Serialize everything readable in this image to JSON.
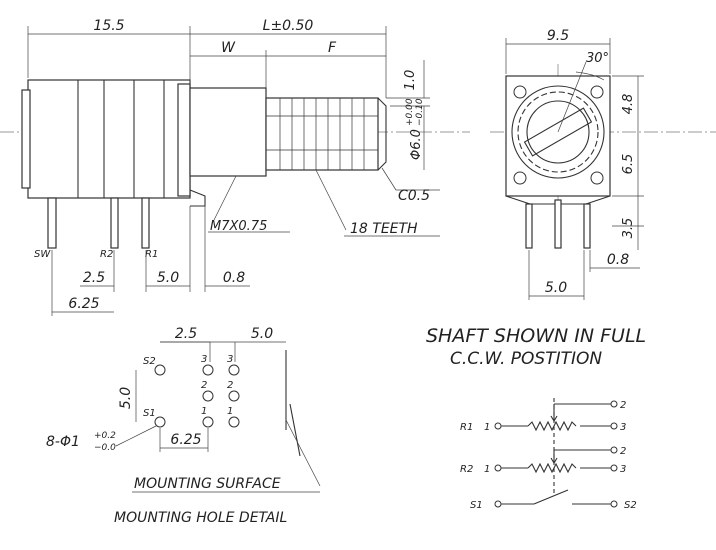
{
  "side_view": {
    "dim_body_width": "15.5",
    "dim_shaft_length": "L±0.50",
    "dim_w": "W",
    "dim_f": "F",
    "dim_step": "1.0",
    "dim_diameter": "Φ6.0",
    "dim_diameter_tol_upper": "+0.00",
    "dim_diameter_tol_lower": "−0.10",
    "chamfer": "C0.5",
    "thread": "M7X0.75",
    "teeth": "18 TEETH",
    "pin_sw": "SW",
    "pin_r2": "R2",
    "pin_r1": "R1",
    "dim_2_5": "2.5",
    "dim_5_0": "5.0",
    "dim_0_8": "0.8",
    "dim_6_25": "6.25"
  },
  "front_view": {
    "dim_width": "9.5",
    "dim_angle": "30°",
    "dim_4_8": "4.8",
    "dim_6_5": "6.5",
    "dim_3_5": "3.5",
    "dim_0_8": "0.8",
    "dim_5_0": "5.0"
  },
  "hole_detail": {
    "dim_2_5": "2.5",
    "dim_5_0_top": "5.0",
    "dim_5_0_side": "5.0",
    "dim_6_25": "6.25",
    "hole_spec": "8-Φ1",
    "hole_tol_upper": "+0.2",
    "hole_tol_lower": "−0.0",
    "label_s2": "S2",
    "label_s1": "S1",
    "pin_labels_top": [
      "3",
      "3"
    ],
    "pin_labels_mid": [
      "2",
      "2"
    ],
    "pin_labels_bot": [
      "1",
      "1"
    ],
    "mounting_surface": "MOUNTING SURFACE",
    "title": "MOUNTING HOLE DETAIL"
  },
  "schematic": {
    "note_line1": "SHAFT SHOWN IN FULL",
    "note_line2": "C.C.W. POSTITION",
    "r1_label": "R1",
    "r2_label": "R2",
    "s1_label": "S1",
    "s2_label": "S2",
    "terminal_1": "1",
    "terminal_2": "2",
    "terminal_3": "3"
  }
}
